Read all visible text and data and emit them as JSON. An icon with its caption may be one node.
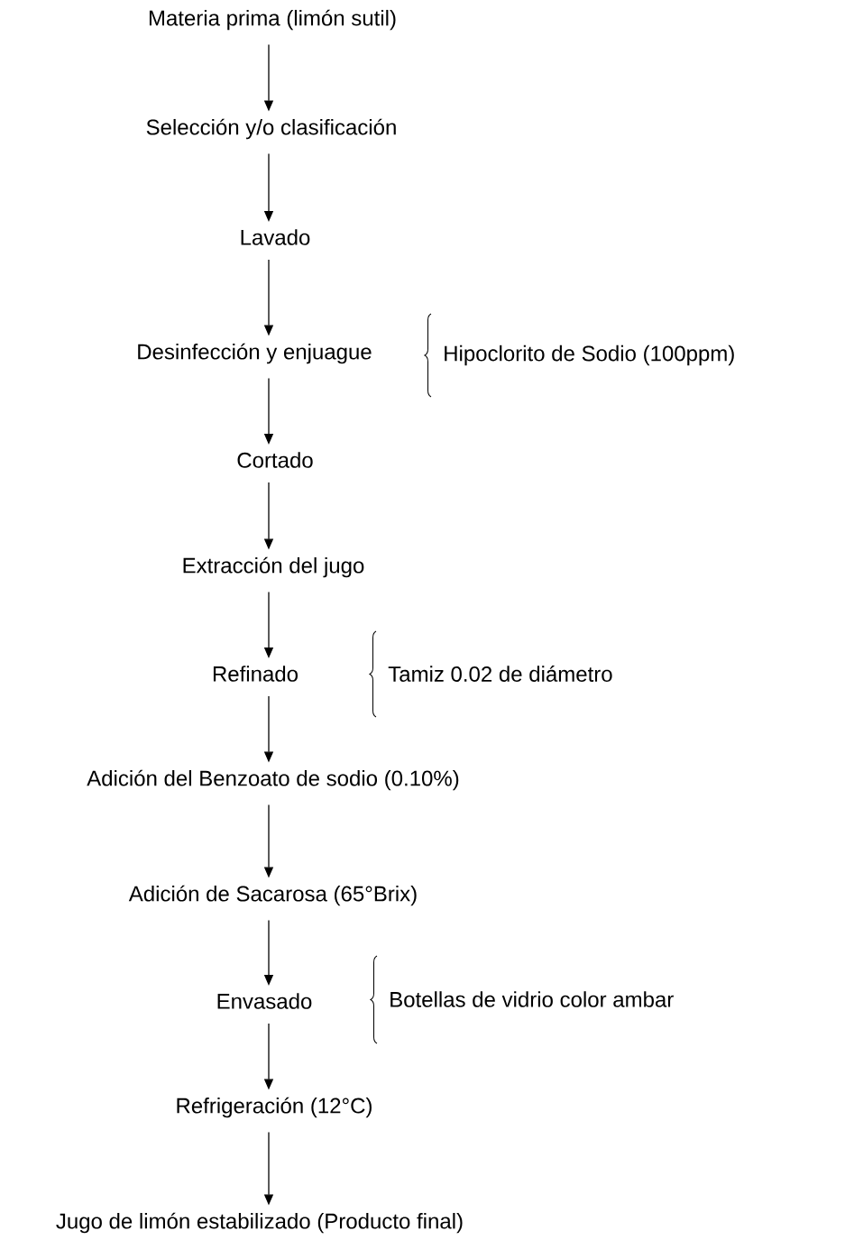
{
  "diagram": {
    "nodes": [
      {
        "text": [
          "Materia prima (limón sutil)"
        ]
      },
      {
        "text": [
          "Selección y/o clasificación"
        ]
      },
      {
        "text": [
          "Lavado"
        ]
      },
      {
        "text": [
          "Desinfección y enjuague"
        ],
        "beside": [
          "Hipoclorito de Sodio (100ppm)"
        ]
      },
      {
        "text": [
          "Cortado"
        ]
      },
      {
        "text": [
          "Extracción del jugo"
        ]
      },
      {
        "text": [
          "Refinado"
        ]
      },
      {
        "text": [
          "Adición del Benzoato de sodio (0.10%)"
        ]
      },
      {
        "text": [
          "Adición de Sacarosa (65°Brix)"
        ]
      },
      {
        "text": [
          "Envasado"
        ],
        "beside": [
          "Botellas de vidrio color ambar"
        ]
      },
      {
        "text": [
          "Refrigeración (12°C)"
        ]
      },
      {
        "text": [
          "Jugo de limón estabilizado (Producto final)"
        ]
      }
    ],
    "edges": [
      {
        "from": 0,
        "to": 1,
        "arrow": "to"
      },
      {
        "from": 1,
        "to": 2,
        "arrow": "to"
      },
      {
        "from": 2,
        "to": 3,
        "arrow": "to"
      },
      {
        "from": 3,
        "to": 4,
        "arrow": "to"
      },
      {
        "from": 4,
        "to": 5,
        "arrow": "to"
      },
      {
        "from": 5,
        "to": 6,
        "arrow": "to"
      },
      {
        "from": 6,
        "to": 7,
        "arrow": "to"
      },
      {
        "from": 7,
        "to": 8,
        "arrow": "to"
      },
      {
        "from": 8,
        "to": 9,
        "arrow": "to"
      },
      {
        "from": 9,
        "to": 10,
        "arrow": "to"
      },
      {
        "from": 10,
        "to": 11,
        "arrow": "to"
      }
    ],
    "labels": [
      "Tamiz 0.02  de diámetro"
    ]
  }
}
